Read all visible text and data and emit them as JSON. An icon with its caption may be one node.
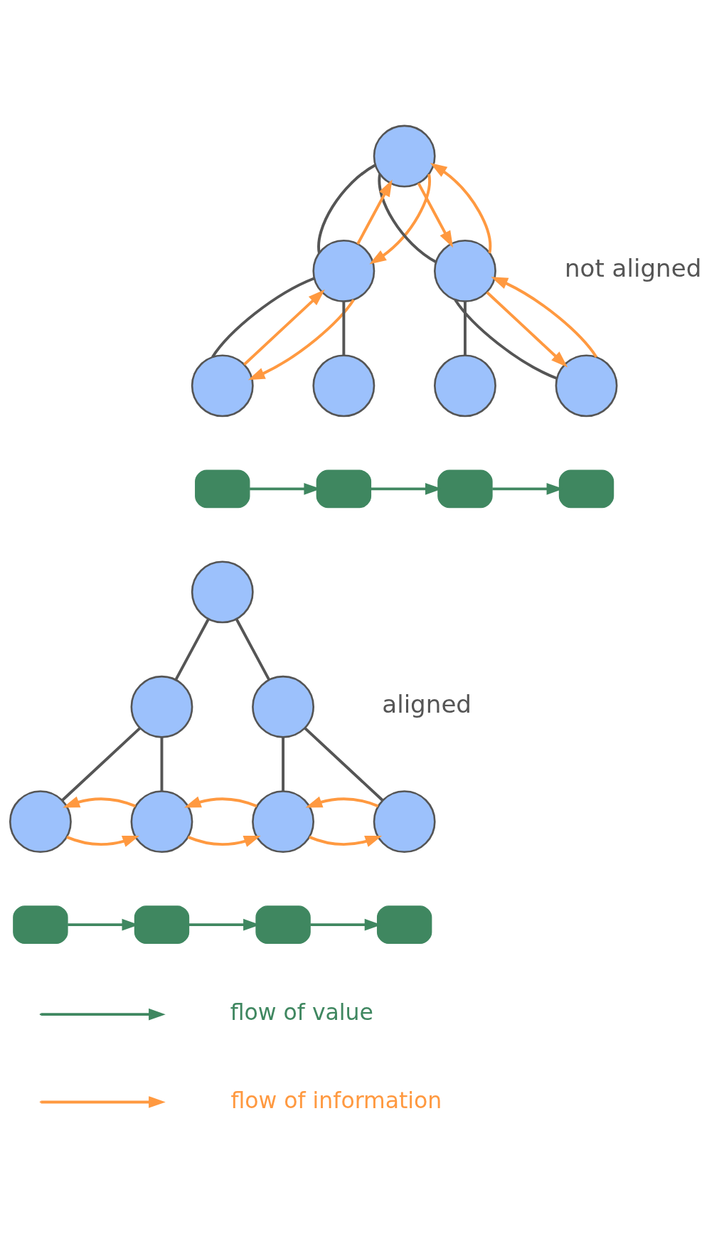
{
  "diagram": {
    "nodes": [
      {
        "text": [],
        "shape": "circle"
      },
      {
        "text": [],
        "shape": "circle"
      },
      {
        "text": [],
        "shape": "circle"
      },
      {
        "text": [],
        "shape": "circle"
      },
      {
        "text": [],
        "shape": "circle"
      },
      {
        "text": [],
        "shape": "circle"
      },
      {
        "text": [],
        "shape": "circle"
      },
      {
        "text": [],
        "shape": "box"
      },
      {
        "text": [],
        "shape": "box"
      },
      {
        "text": [],
        "shape": "box"
      },
      {
        "text": [],
        "shape": "box"
      },
      {
        "text": [],
        "shape": "circle"
      },
      {
        "text": [],
        "shape": "circle"
      },
      {
        "text": [],
        "shape": "circle"
      },
      {
        "text": [],
        "shape": "circle"
      },
      {
        "text": [],
        "shape": "circle"
      },
      {
        "text": [],
        "shape": "circle"
      },
      {
        "text": [],
        "shape": "circle"
      },
      {
        "text": [],
        "shape": "box"
      },
      {
        "text": [],
        "shape": "box"
      },
      {
        "text": [],
        "shape": "box"
      },
      {
        "text": [],
        "shape": "box"
      }
    ],
    "edges": [
      {
        "from": 0,
        "to": 1,
        "arrow": "none",
        "color": "#555555"
      },
      {
        "from": 0,
        "to": 2,
        "arrow": "none",
        "color": "#555555"
      },
      {
        "from": 1,
        "to": 3,
        "arrow": "none",
        "color": "#555555"
      },
      {
        "from": 1,
        "to": 4,
        "arrow": "none",
        "color": "#555555"
      },
      {
        "from": 2,
        "to": 5,
        "arrow": "none",
        "color": "#555555"
      },
      {
        "from": 2,
        "to": 6,
        "arrow": "none",
        "color": "#555555"
      },
      {
        "from": 1,
        "to": 0,
        "arrow": "to"
      },
      {
        "from": 0,
        "to": 1,
        "arrow": "to"
      },
      {
        "from": 3,
        "to": 1,
        "arrow": "to"
      },
      {
        "from": 1,
        "to": 3,
        "arrow": "to"
      },
      {
        "from": 0,
        "to": 2,
        "arrow": "to"
      },
      {
        "from": 2,
        "to": 0,
        "arrow": "to"
      },
      {
        "from": 2,
        "to": 6,
        "arrow": "to"
      },
      {
        "from": 6,
        "to": 2,
        "arrow": "to"
      },
      {
        "from": 7,
        "to": 8,
        "arrow": "to",
        "color": "#3f8760"
      },
      {
        "from": 8,
        "to": 9,
        "arrow": "to",
        "color": "#3f8760"
      },
      {
        "from": 9,
        "to": 10,
        "arrow": "to",
        "color": "#3f8760"
      },
      {
        "from": 11,
        "to": 12,
        "arrow": "none",
        "color": "#555555"
      },
      {
        "from": 11,
        "to": 13,
        "arrow": "none",
        "color": "#555555"
      },
      {
        "from": 12,
        "to": 14,
        "arrow": "none",
        "color": "#555555"
      },
      {
        "from": 12,
        "to": 15,
        "arrow": "none",
        "color": "#555555"
      },
      {
        "from": 13,
        "to": 16,
        "arrow": "none",
        "color": "#555555"
      },
      {
        "from": 13,
        "to": 17,
        "arrow": "none",
        "color": "#555555"
      },
      {
        "from": 14,
        "to": 15,
        "arrow": "to"
      },
      {
        "from": 15,
        "to": 14,
        "arrow": "to"
      },
      {
        "from": 15,
        "to": 16,
        "arrow": "to"
      },
      {
        "from": 16,
        "to": 15,
        "arrow": "to"
      },
      {
        "from": 16,
        "to": 17,
        "arrow": "to"
      },
      {
        "from": 17,
        "to": 16,
        "arrow": "to"
      },
      {
        "from": 18,
        "to": 19,
        "arrow": "to",
        "color": "#3f8760"
      },
      {
        "from": 19,
        "to": 20,
        "arrow": "to",
        "color": "#3f8760"
      },
      {
        "from": 20,
        "to": 21,
        "arrow": "to",
        "color": "#3f8760"
      }
    ],
    "labels": [
      "not aligned",
      "aligned"
    ],
    "legend": [
      {
        "text": "flow of value"
      },
      {
        "text": "flow of information"
      }
    ]
  }
}
